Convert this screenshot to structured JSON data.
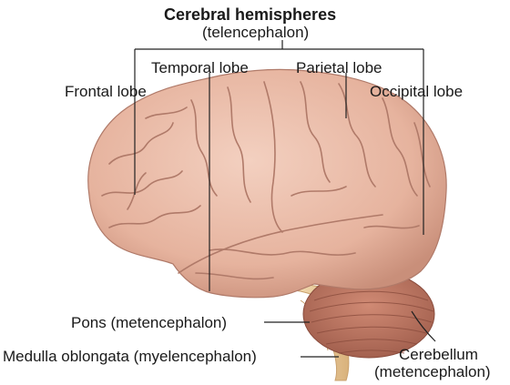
{
  "header": {
    "title": "Cerebral hemispheres",
    "subtitle": "(telencephalon)"
  },
  "labels": {
    "frontal": "Frontal lobe",
    "temporal": "Temporal lobe",
    "parietal": "Parietal lobe",
    "occipital": "Occipital lobe",
    "pons": "Pons (metencephalon)",
    "medulla": "Medulla oblongata (myelencephalon)",
    "cerebellum_line1": "Cerebellum",
    "cerebellum_line2": "(metencephalon)"
  },
  "colors": {
    "cerebrum": "#e8b9a4",
    "cerebrum_shadow": "#c98f7a",
    "sulcus": "#b07a69",
    "cerebellum": "#c07c68",
    "cerebellum_dark": "#9c5a49",
    "brainstem": "#efd3a4",
    "line": "#222222"
  }
}
